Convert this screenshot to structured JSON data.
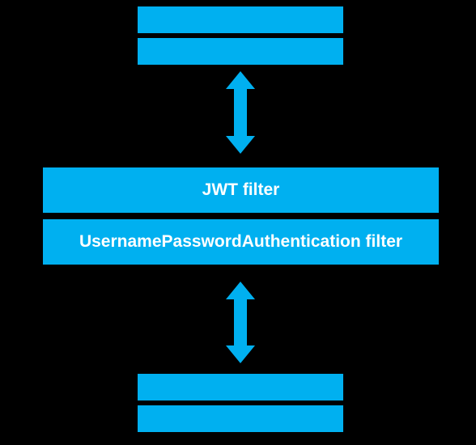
{
  "colors": {
    "background": "#000000",
    "box_fill": "#00b0f0",
    "text": "#ffffff",
    "arrow": "#00b0f0"
  },
  "top_stack": {
    "boxes": [
      "",
      ""
    ]
  },
  "middle_stack": {
    "jwt_filter_label": "JWT  filter",
    "username_password_filter_label": "UsernamePasswordAuthentication filter"
  },
  "bottom_stack": {
    "boxes": [
      "",
      ""
    ]
  },
  "arrows": [
    {
      "direction": "bidirectional-vertical",
      "icon": "double-arrow-icon"
    },
    {
      "direction": "bidirectional-vertical",
      "icon": "double-arrow-icon"
    }
  ]
}
